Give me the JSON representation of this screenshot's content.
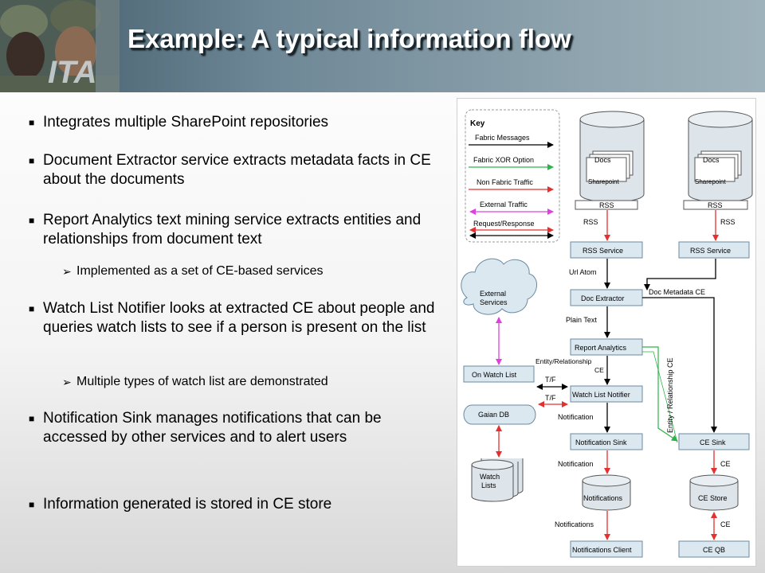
{
  "slide": {
    "title": "Example: A typical information flow",
    "logo_text": "ITA"
  },
  "bullets": [
    {
      "text": "Integrates multiple SharePoint repositories"
    },
    {
      "text": "Document Extractor service extracts metadata facts in CE about the documents"
    },
    {
      "text": "Report Analytics text mining service extracts entities and relationships from document text"
    },
    {
      "text": "Implemented as a set of CE-based services",
      "sub": true
    },
    {
      "text": "Watch List Notifier looks at extracted CE about people and queries watch lists to see if a person is present on the list"
    },
    {
      "text": "Multiple types of watch list are demonstrated",
      "sub": true
    },
    {
      "text": "Notification Sink manages notifications that can be accessed by other services and to alert users"
    },
    {
      "text": "Information generated is stored in CE store"
    }
  ],
  "diagram": {
    "key": {
      "title": "Key",
      "items": [
        {
          "label": "Fabric Messages",
          "color": "#000000"
        },
        {
          "label": "Fabric XOR Option",
          "color": "#2db34a"
        },
        {
          "label": "Non Fabric Traffic",
          "color": "#e53030"
        },
        {
          "label": "External Traffic",
          "color": "#e040e0"
        },
        {
          "label": "Request/Response",
          "color": "#000000"
        }
      ]
    },
    "nodes": {
      "docs": "Docs",
      "sharepoint": "Sharepoint",
      "rss": "RSS",
      "rss_service": "RSS Service",
      "doc_extractor": "Doc Extractor",
      "report_analytics": "Report Analytics",
      "watch_list_notifier": "Watch List Notifier",
      "notification_sink": "Notification Sink",
      "notifications": "Notifications",
      "notifications_client": "Notifications Client",
      "external_services": [
        "External",
        "Services"
      ],
      "on_watch_list": "On Watch List",
      "gaian_db": "Gaian DB",
      "watch_lists": [
        "Watch",
        "Lists"
      ],
      "ce_sink": "CE Sink",
      "ce_store": "CE Store",
      "ce_qb": "CE QB"
    },
    "labels": {
      "rss": "RSS",
      "url_atom": "Url Atom",
      "doc_metadata_ce": "Doc Metadata CE",
      "plain_text": "Plain Text",
      "entity_relationship": "Entity/Relationship",
      "ce": "CE",
      "tf": "T/F",
      "notification": "Notification",
      "notifications": "Notifications",
      "entity_relationship_ce": "Entity / Relationship CE"
    }
  }
}
